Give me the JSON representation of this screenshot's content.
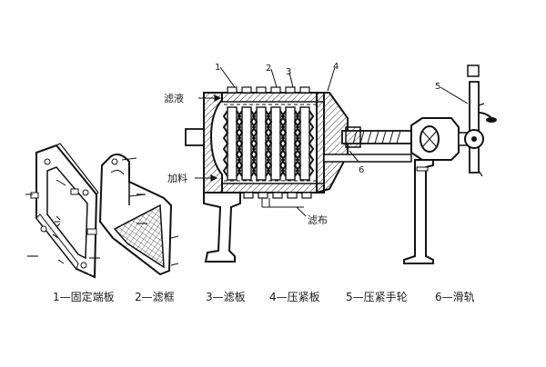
{
  "callouts": {
    "n1": "1",
    "n2": "2",
    "n3": "3",
    "n4": "4",
    "n5": "5",
    "n6": "6"
  },
  "labels": {
    "filtrate": "滤液",
    "feed": "加料",
    "filter_cloth": "滤布"
  },
  "legend": [
    "1—固定端板",
    "2—滤框",
    "3—滤板",
    "4—压紧板",
    "5—压紧手轮",
    "6—滑轨"
  ]
}
